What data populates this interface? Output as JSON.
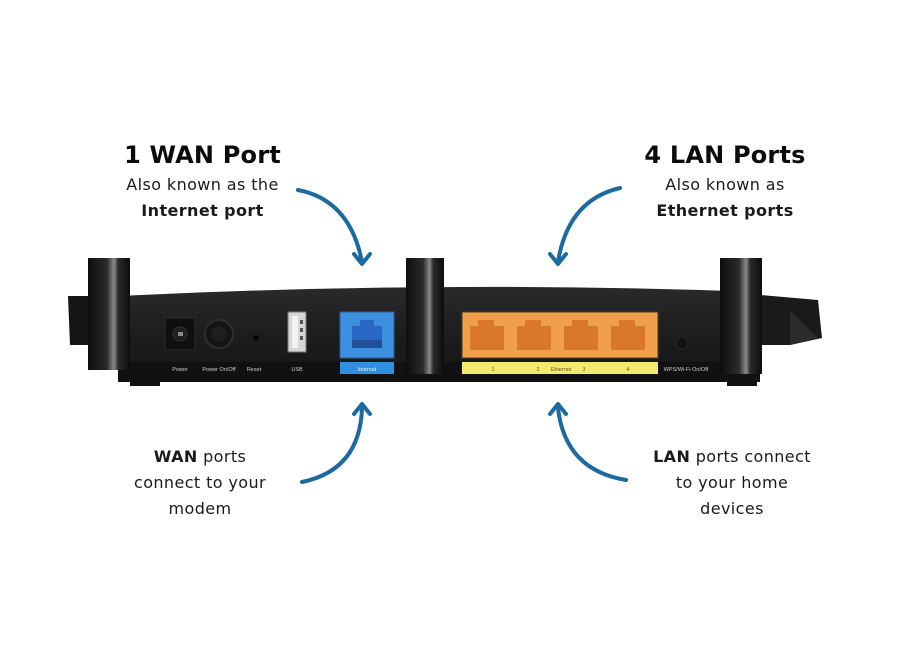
{
  "callouts": {
    "wan_top": {
      "title": "1 WAN Port",
      "line1": "Also known as the",
      "line2": "Internet port"
    },
    "lan_top": {
      "title": "4 LAN Ports",
      "line1": "Also known as",
      "line2": "Ethernet ports"
    },
    "wan_bottom": {
      "bold": "WAN",
      "rest1": " ports",
      "line2": "connect to your",
      "line3": "modem"
    },
    "lan_bottom": {
      "bold": "LAN",
      "rest1": " ports connect",
      "line2": "to your home",
      "line3": "devices"
    }
  },
  "router": {
    "labels": {
      "power": "Power",
      "power_onoff": "Power On/Off",
      "reset": "Reset",
      "usb": "USB",
      "internet": "Internet",
      "lan1": "1",
      "lan2": "2",
      "ethernet": "Ethernet",
      "lan3": "3",
      "lan4": "4",
      "wps": "WPS/Wi-Fi On/Off"
    }
  },
  "colors": {
    "arrow": "#1b6aa0",
    "wan_port": "#3d8fe0",
    "wan_label_bg": "#2f8fe0",
    "lan_panel": "#f0a04a",
    "lan_port": "#d9782a",
    "lan_label_bg": "#f2ea6a",
    "router_body": "#1c1c1c"
  }
}
